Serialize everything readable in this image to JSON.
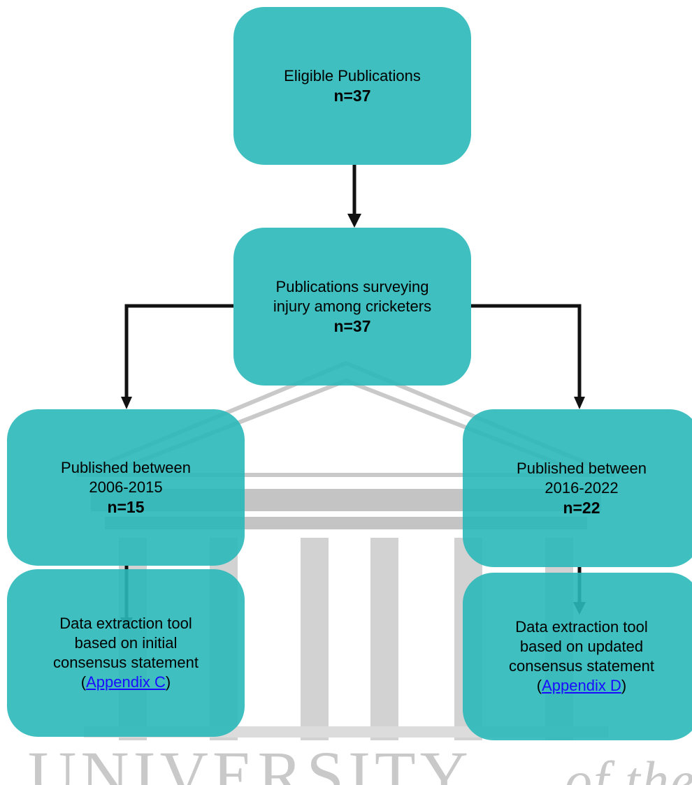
{
  "colors": {
    "box_fill": "#2ab8b9",
    "connector": "#111111",
    "link": "#1a0dff",
    "watermark": "#c9c9c9"
  },
  "nodes": {
    "eligible": {
      "label": "Eligible Publications",
      "count": "n=37"
    },
    "surveying": {
      "line1": "Publications surveying",
      "line2": "injury among cricketers",
      "count": "n=37"
    },
    "period_2006": {
      "line1": "Published between",
      "line2": "2006-2015",
      "count": "n=15"
    },
    "period_2016": {
      "line1": "Published between",
      "line2": "2016-2022",
      "count": "n=22"
    },
    "tool_initial": {
      "line1": "Data extraction tool",
      "line2": "based on initial",
      "line3": "consensus statement",
      "open": "(",
      "link": "Appendix C",
      "close": ")"
    },
    "tool_updated": {
      "line1": "Data extraction tool",
      "line2": "based on updated",
      "line3": "consensus statement",
      "open": "(",
      "link": "Appendix D",
      "close": ")"
    }
  },
  "watermark": {
    "text": "UNIVERSITY",
    "suffix": "of the"
  }
}
